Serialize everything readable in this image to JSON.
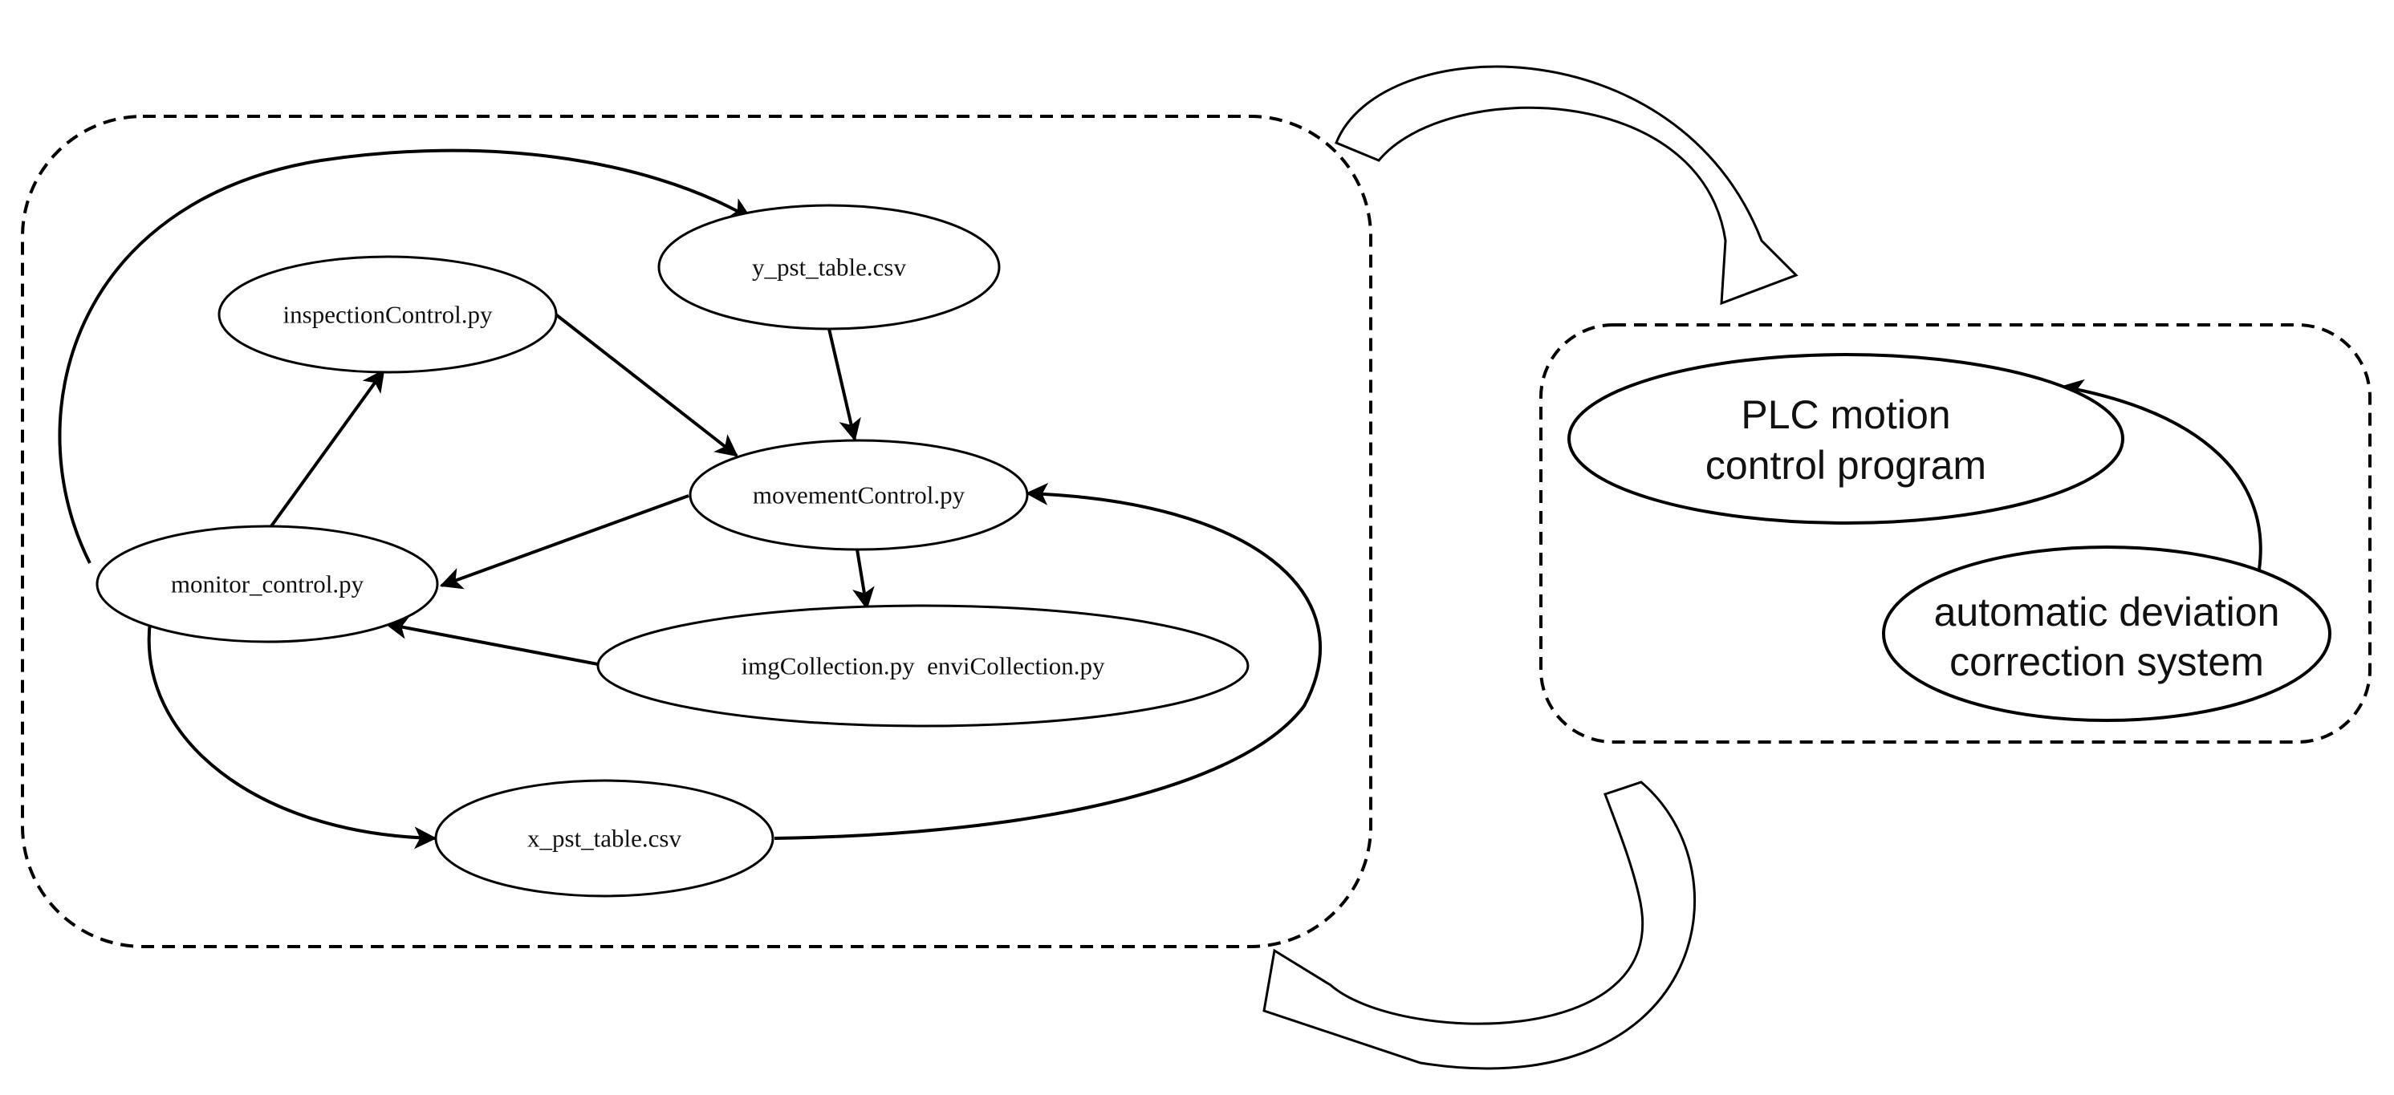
{
  "left_group": {
    "nodes": {
      "y_pst_table": "y_pst_table.csv",
      "inspection_control": "inspectionControl.py",
      "movement_control": "movementControl.py",
      "monitor_control": "monitor_control.py",
      "collection": "imgCollection.py  enviCollection.py",
      "x_pst_table": "x_pst_table.csv"
    }
  },
  "right_group": {
    "nodes": {
      "plc_line1": "PLC motion",
      "plc_line2": "control program",
      "adc_line1": "automatic deviation",
      "adc_line2": "correction system"
    }
  },
  "edges": [
    {
      "from": "monitor_control",
      "to": "y_pst_table"
    },
    {
      "from": "monitor_control",
      "to": "inspection_control"
    },
    {
      "from": "inspection_control",
      "to": "movement_control"
    },
    {
      "from": "y_pst_table",
      "to": "movement_control"
    },
    {
      "from": "movement_control",
      "to": "monitor_control"
    },
    {
      "from": "movement_control",
      "to": "collection"
    },
    {
      "from": "collection",
      "to": "monitor_control"
    },
    {
      "from": "monitor_control",
      "to": "x_pst_table"
    },
    {
      "from": "x_pst_table",
      "to": "movement_control"
    },
    {
      "from": "automatic_deviation_correction_system",
      "to": "plc_motion_control_program"
    }
  ],
  "flow_arrows": [
    {
      "from": "left_group",
      "to": "right_group"
    },
    {
      "from": "right_group",
      "to": "left_group"
    }
  ]
}
